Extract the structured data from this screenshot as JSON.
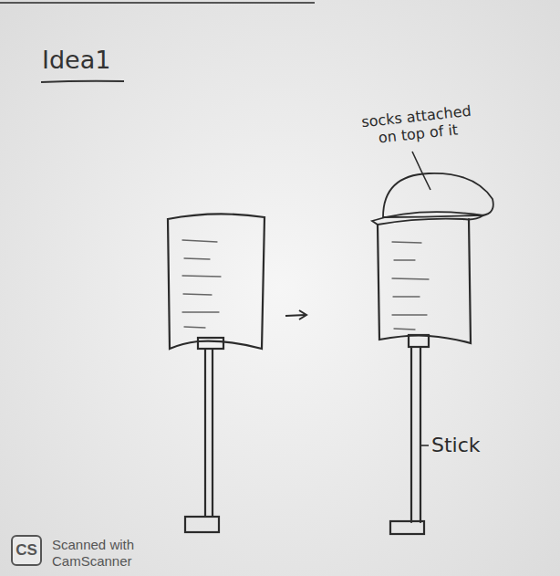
{
  "diagram": {
    "title": "Idea1",
    "nodes": [
      {
        "text": [
          "CS"
        ]
      }
    ],
    "labels": [
      "socks attached on top of it",
      "Stick",
      "Scanned with CamScanner"
    ]
  }
}
